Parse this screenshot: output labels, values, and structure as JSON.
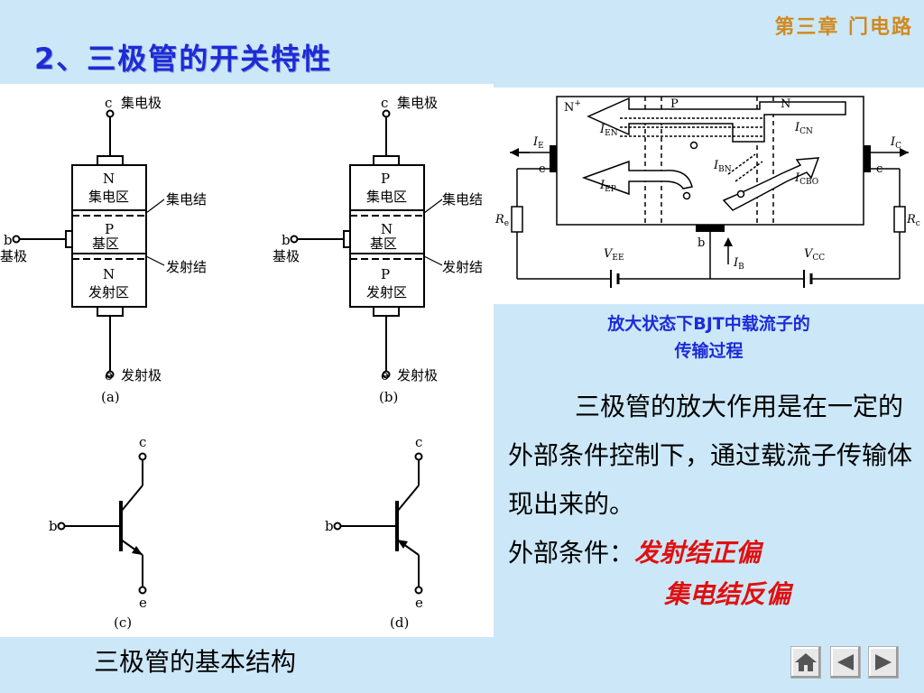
{
  "header": {
    "chapter": "第三章 门电路",
    "title": "2、三极管的开关特性"
  },
  "structure_diagram": {
    "a": {
      "collector_pin": "c",
      "collector_name": "集电极",
      "top_layer_type": "N",
      "top_layer_name": "集电区",
      "mid_layer_type": "P",
      "mid_layer_name": "基区",
      "bottom_layer_type": "N",
      "bottom_layer_name": "发射区",
      "base_pin": "b",
      "base_name": "基极",
      "collector_junction": "集电结",
      "emitter_junction": "发射结",
      "emitter_pin": "e",
      "emitter_name": "发射极",
      "caption": "(a)"
    },
    "b": {
      "collector_pin": "c",
      "collector_name": "集电极",
      "top_layer_type": "P",
      "top_layer_name": "集电区",
      "mid_layer_type": "N",
      "mid_layer_name": "基区",
      "bottom_layer_type": "P",
      "bottom_layer_name": "发射区",
      "base_pin": "b",
      "base_name": "基极",
      "collector_junction": "集电结",
      "emitter_junction": "发射结",
      "emitter_pin": "e",
      "emitter_name": "发射极",
      "caption": "(b)"
    },
    "c": {
      "collector_pin": "c",
      "base_pin": "b",
      "emitter_pin": "e",
      "caption": "(c)"
    },
    "d": {
      "collector_pin": "c",
      "base_pin": "b",
      "emitter_pin": "e",
      "caption": "(d)"
    }
  },
  "carrier_diagram": {
    "region_n_plus": "N",
    "region_n_plus_sup": "+",
    "region_p": "P",
    "region_n": "N",
    "i_en": "I",
    "i_en_sub": "EN",
    "i_cn": "I",
    "i_cn_sub": "CN",
    "i_bn": "I",
    "i_bn_sub": "BN",
    "i_ep": "I",
    "i_ep_sub": "EP",
    "i_cbo": "I",
    "i_cbo_sub": "CBO",
    "i_e": "I",
    "i_e_sub": "E",
    "i_c": "I",
    "i_c_sub": "C",
    "i_b": "I",
    "i_b_sub": "B",
    "pin_e": "e",
    "pin_c": "c",
    "pin_b": "b",
    "re_left": "R",
    "re_left_sub": "e",
    "re_right": "R",
    "re_right_sub": "c",
    "vee": "V",
    "vee_sub": "EE",
    "vcc": "V",
    "vcc_sub": "CC"
  },
  "caption": {
    "line1": "放大状态下BJT中载流子的",
    "line2": "传输过程"
  },
  "body": {
    "paragraph": "三极管的放大作用是在一定的外部条件控制下，通过载流子传输体现出来的。",
    "condition_label": "外部条件：",
    "condition1": "发射结正偏",
    "condition2": "集电结反偏"
  },
  "footer": {
    "label": "三极管的基本结构"
  },
  "colors": {
    "background": "#cce8f8",
    "title": "#1d2bd8",
    "chapter": "#d08a20",
    "highlight": "#e01010"
  }
}
